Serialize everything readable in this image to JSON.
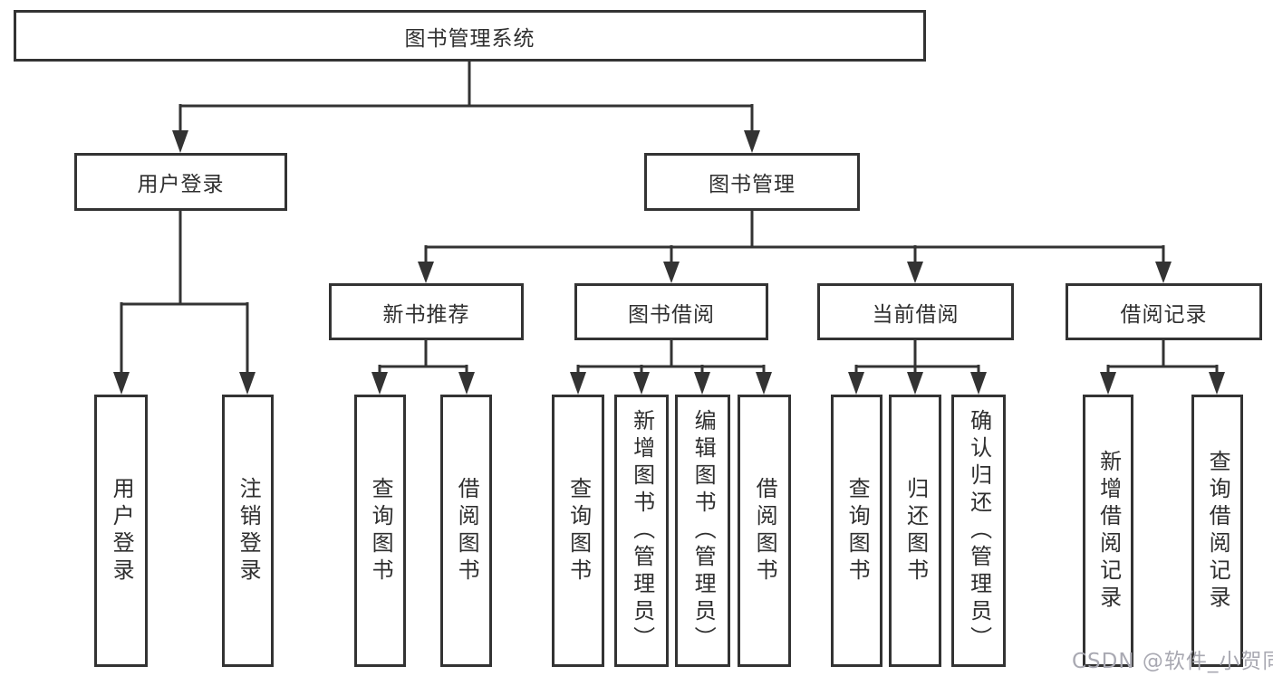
{
  "tree": {
    "label": "图书管理系统",
    "children": [
      {
        "label": "用户登录",
        "children": [
          {
            "label": "用户登录"
          },
          {
            "label": "注销登录"
          }
        ]
      },
      {
        "label": "图书管理",
        "children": [
          {
            "label": "新书推荐",
            "children": [
              {
                "label": "查询图书"
              },
              {
                "label": "借阅图书"
              }
            ]
          },
          {
            "label": "图书借阅",
            "children": [
              {
                "label": "查询图书"
              },
              {
                "label": "新增图书（管理员）"
              },
              {
                "label": "编辑图书（管理员）"
              },
              {
                "label": "借阅图书"
              }
            ]
          },
          {
            "label": "当前借阅",
            "children": [
              {
                "label": "查询图书"
              },
              {
                "label": "归还图书"
              },
              {
                "label": "确认归还（管理员）"
              }
            ]
          },
          {
            "label": "借阅记录",
            "children": [
              {
                "label": "新增借阅记录"
              },
              {
                "label": "查询借阅记录"
              }
            ]
          }
        ]
      }
    ]
  },
  "watermark": {
    "text": "CSDN @软件_小贺同学"
  },
  "colors": {
    "line": "#333333",
    "text": "#2f2f2f",
    "watermark": "#a9a9b2",
    "background": "#ffffff"
  }
}
